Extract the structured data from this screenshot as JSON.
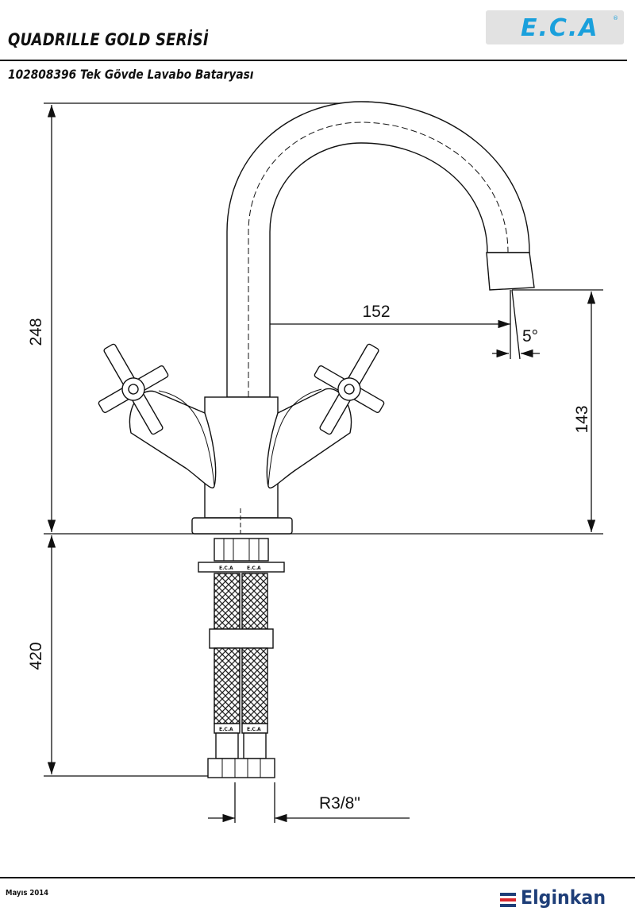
{
  "header": {
    "series": "QUADRILLE GOLD SERİSİ",
    "product": "102808396 Tek Gövde Lavabo Bataryası"
  },
  "brand": {
    "logo_text": "E.C.A",
    "registered_mark": "®",
    "logo_color": "#1aa0dc",
    "footer_brand": "Elginkan",
    "footer_color": "#1e3e78",
    "footer_accent": "#d9262c"
  },
  "dimensions": {
    "total_height": "248",
    "spout_reach": "152",
    "spout_angle": "5°",
    "spout_height": "143",
    "hose_length": "420",
    "connection": "R3/8\""
  },
  "hose_marks": {
    "upper_left": "E.C.A",
    "upper_right": "E.C.A",
    "lower_left": "E.C.A",
    "lower_right": "E.C.A"
  },
  "footer": {
    "date": "Mayıs 2014"
  }
}
